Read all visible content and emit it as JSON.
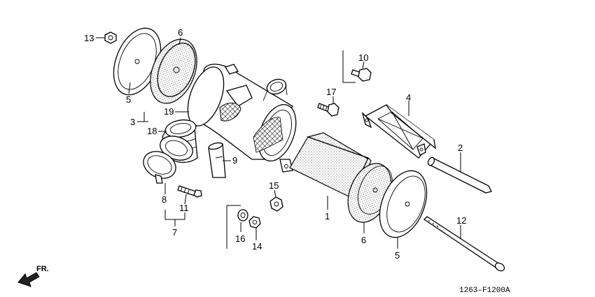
{
  "diagram": {
    "callouts": [
      {
        "id": "c13",
        "text": "13"
      },
      {
        "id": "c6a",
        "text": "6"
      },
      {
        "id": "c5a",
        "text": "5"
      },
      {
        "id": "c19",
        "text": "19"
      },
      {
        "id": "c3",
        "text": "3"
      },
      {
        "id": "c18",
        "text": "18"
      },
      {
        "id": "c9",
        "text": "9"
      },
      {
        "id": "c8",
        "text": "8"
      },
      {
        "id": "c11",
        "text": "11"
      },
      {
        "id": "c7",
        "text": "7"
      },
      {
        "id": "c10",
        "text": "10"
      },
      {
        "id": "c17",
        "text": "17"
      },
      {
        "id": "c4",
        "text": "4"
      },
      {
        "id": "c2",
        "text": "2"
      },
      {
        "id": "c15",
        "text": "15"
      },
      {
        "id": "c1",
        "text": "1"
      },
      {
        "id": "c16",
        "text": "16"
      },
      {
        "id": "c14",
        "text": "14"
      },
      {
        "id": "c6b",
        "text": "6"
      },
      {
        "id": "c12",
        "text": "12"
      },
      {
        "id": "c5b",
        "text": "5"
      }
    ],
    "direction_label": "FR.",
    "drawing_code": "1263–F1200A"
  }
}
